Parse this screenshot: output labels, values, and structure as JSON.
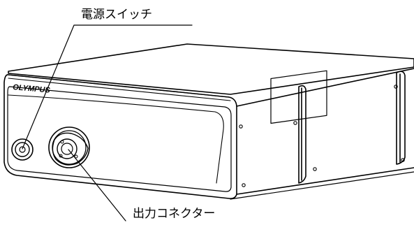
{
  "labels": {
    "power_switch": "電源スイッチ",
    "output_connector": "出力コネクター"
  },
  "device": {
    "brand_logo_text": "OLYMPUS"
  },
  "colors": {
    "line": "#000000",
    "background": "#ffffff"
  }
}
